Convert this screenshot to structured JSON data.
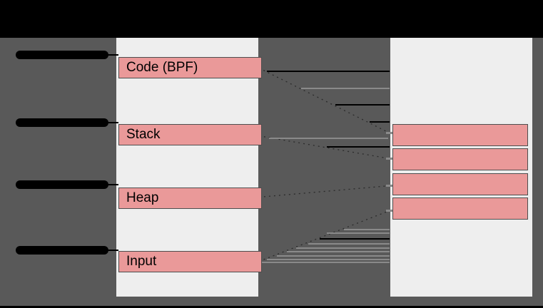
{
  "diagram": {
    "title_bar_redacted": true,
    "guest_regions": [
      {
        "label": "Code (BPF)"
      },
      {
        "label": "Stack"
      },
      {
        "label": "Heap"
      },
      {
        "label": "Input"
      }
    ],
    "host_boxes_unlabeled_count": 4,
    "left_redacted_labels_count": 4,
    "redaction_bars_present": true
  },
  "colors": {
    "background": "#595959",
    "panel": "#eeeeee",
    "box_fill": "#ea9999",
    "box_border": "#4e4e4e",
    "redaction_black": "#000000",
    "redaction_gray": "#8a8a8a",
    "connector_nub": "#8a8a8a",
    "connector_dash": "#2b2b2b"
  }
}
